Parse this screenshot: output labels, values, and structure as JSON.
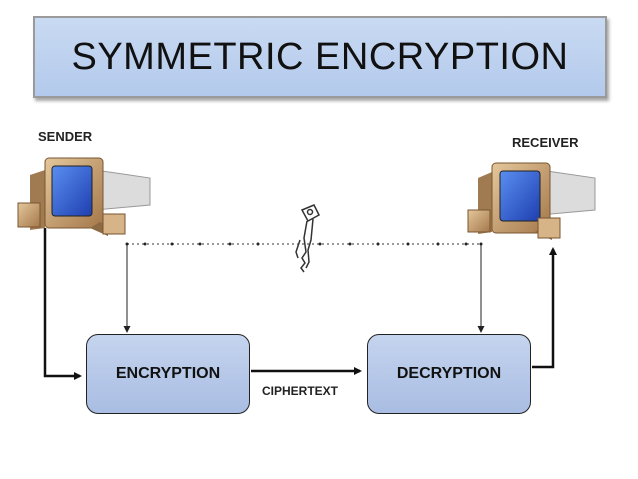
{
  "title": "SYMMETRIC ENCRYPTION",
  "labels": {
    "sender": "SENDER",
    "receiver": "RECEIVER",
    "ciphertext": "CIPHERTEXT"
  },
  "nodes": {
    "encryption": "ENCRYPTION",
    "decryption": "DECRYPTION"
  },
  "icons": [
    "computer-icon",
    "key-icon"
  ],
  "colors": {
    "title_fill": "#c3d5f0",
    "node_fill": "#b7c8e9",
    "screen_blue": "#2f63d8",
    "computer_body": "#c9a47a"
  }
}
